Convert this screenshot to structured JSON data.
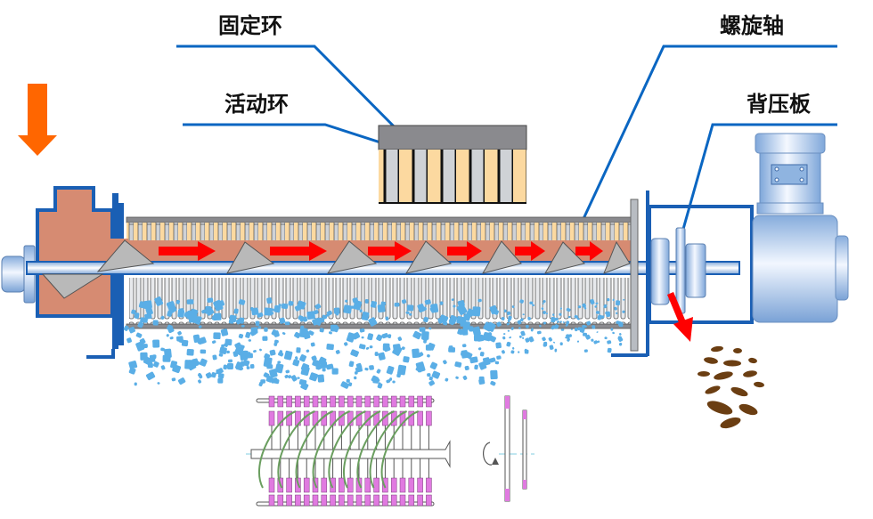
{
  "diagram": {
    "labels": {
      "fixed_ring": "固定环",
      "moving_ring": "活动环",
      "screw_shaft": "螺旋轴",
      "back_pressure_plate": "背压板"
    },
    "icons": {
      "feed_arrow": "arrow-down-icon",
      "flow_arrows": "arrow-right-icon",
      "discharge_arrow": "arrow-down-right-icon"
    },
    "colors": {
      "leader_line": "#0a66c2",
      "frame_blue": "#1a5fb4",
      "sludge": "#d68b72",
      "fixed_ring": "#8a8a8e",
      "moving_ring": "#fcd9a0",
      "ring_gray": "#cfd2d6",
      "feed_arrow": "#ff6600",
      "flow_arrow": "#ff0000",
      "water": "#5aaee6",
      "cake": "#6b3e12",
      "motor": "#8fb4e0",
      "spring_green": "#5f9e5f",
      "ring_pink": "#e07ae0"
    }
  }
}
